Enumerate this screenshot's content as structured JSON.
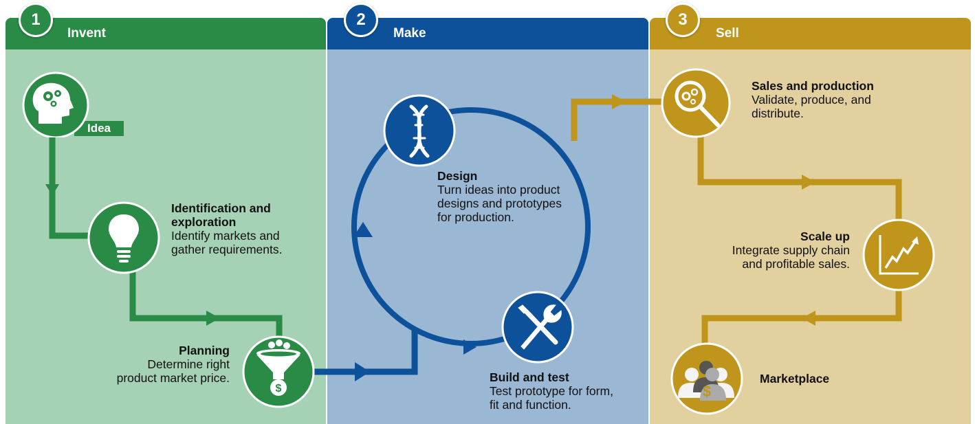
{
  "colors": {
    "green": "#2a8b47",
    "green_bg": "#a5d1b5",
    "blue": "#0c5199",
    "blue_bg": "#9ab7d4",
    "gold": "#bf951b",
    "gold_bg": "#e3d09f"
  },
  "stages": [
    {
      "number": "1",
      "label": "Invent"
    },
    {
      "number": "2",
      "label": "Make"
    },
    {
      "number": "3",
      "label": "Sell"
    }
  ],
  "steps": {
    "idea": {
      "label": "Idea",
      "icon": "head-gears-icon"
    },
    "identification": {
      "title_line1": "Identification and",
      "title_line2": "exploration",
      "desc_line1": "Identify markets and",
      "desc_line2": "gather requirements.",
      "icon": "lightbulb-icon"
    },
    "planning": {
      "title": "Planning",
      "desc_line1": "Determine right",
      "desc_line2": "product market price.",
      "icon": "funnel-dollar-icon"
    },
    "design": {
      "title": "Design",
      "desc_line1": "Turn ideas into product",
      "desc_line2": "designs and prototypes",
      "desc_line3": "for production.",
      "icon": "dna-icon"
    },
    "build": {
      "title": "Build and test",
      "desc_line1": "Test prototype for form,",
      "desc_line2": "fit and function.",
      "icon": "tools-icon"
    },
    "sales": {
      "title": "Sales and production",
      "desc_line1": "Validate, produce, and",
      "desc_line2": "distribute.",
      "icon": "magnifier-gears-icon"
    },
    "scale": {
      "title": "Scale up",
      "desc_line1": "Integrate supply chain",
      "desc_line2": "and profitable sales.",
      "icon": "growth-chart-icon"
    },
    "marketplace": {
      "title": "Marketplace",
      "icon": "people-dollar-icon"
    }
  }
}
